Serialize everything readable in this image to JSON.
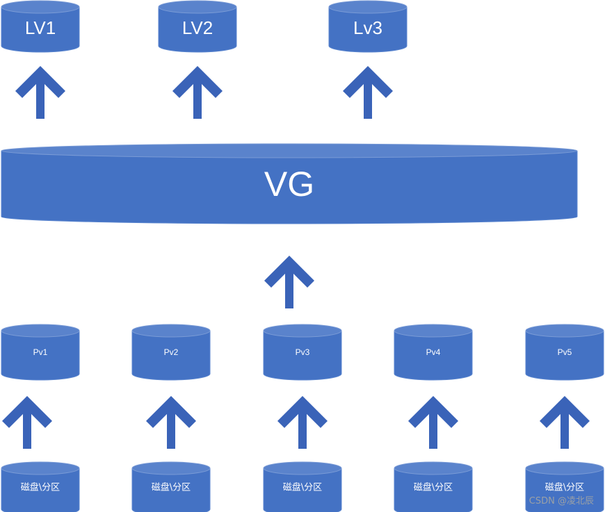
{
  "diagram": {
    "colors": {
      "fill": "#4472c4",
      "stroke": "#5b86cf",
      "top": "#5a83cc",
      "text": "#ffffff",
      "watermark": "#9aa0a6"
    },
    "lvs": [
      "LV1",
      "LV2",
      "Lv3"
    ],
    "vg": "VG",
    "pvs": [
      "Pv1",
      "Pv2",
      "Pv3",
      "Pv4",
      "Pv5"
    ],
    "disks": [
      "磁盘\\分区",
      "磁盘\\分区",
      "磁盘\\分区",
      "磁盘\\分区",
      "磁盘\\分区"
    ],
    "watermark": "CSDN @凌北辰"
  }
}
